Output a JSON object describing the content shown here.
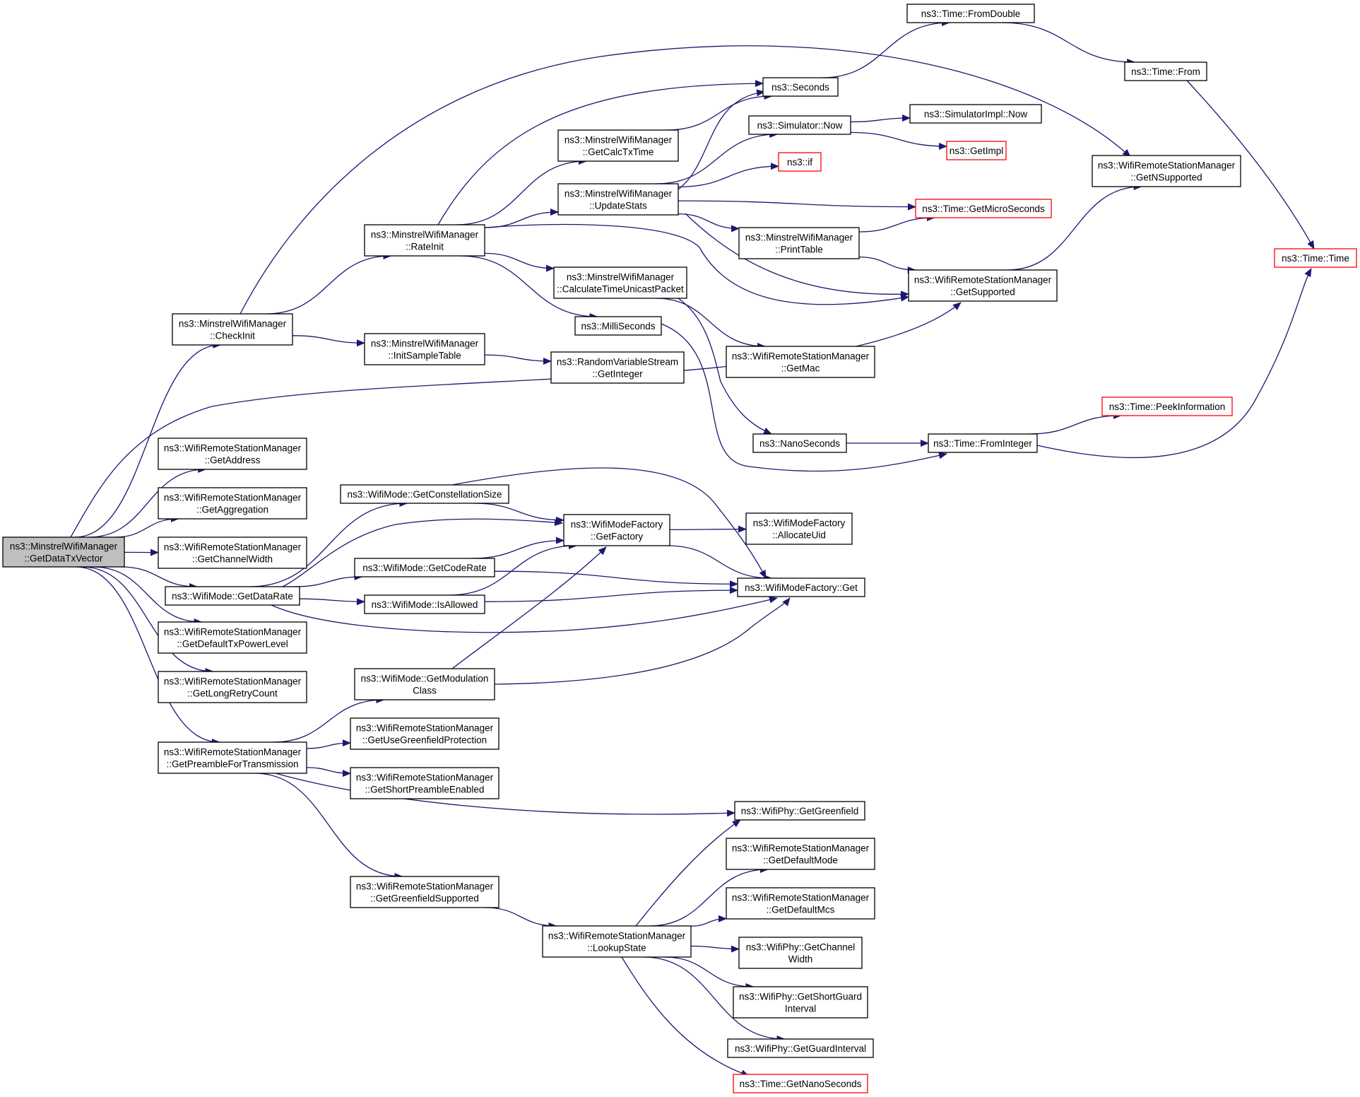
{
  "colors": {
    "edge": "#191970",
    "node_border": "#000000",
    "truncated_node_border": "#ff0000",
    "root_fill": "#bfbfbf",
    "node_fill": "#ffffff"
  },
  "nodes": [
    {
      "id": "root",
      "lines": [
        "ns3::MinstrelWifiManager",
        "::GetDataTxVector"
      ],
      "style": "root"
    },
    {
      "id": "checkInit",
      "lines": [
        "ns3::MinstrelWifiManager",
        "::CheckInit"
      ]
    },
    {
      "id": "getAddress",
      "lines": [
        "ns3::WifiRemoteStationManager",
        "::GetAddress"
      ]
    },
    {
      "id": "getAggregation",
      "lines": [
        "ns3::WifiRemoteStationManager",
        "::GetAggregation"
      ]
    },
    {
      "id": "getChannelWidth",
      "lines": [
        "ns3::WifiRemoteStationManager",
        "::GetChannelWidth"
      ]
    },
    {
      "id": "getDataRate",
      "lines": [
        "ns3::WifiMode::GetDataRate"
      ]
    },
    {
      "id": "getDefaultTxPowerLevel",
      "lines": [
        "ns3::WifiRemoteStationManager",
        "::GetDefaultTxPowerLevel"
      ]
    },
    {
      "id": "getLongRetryCount",
      "lines": [
        "ns3::WifiRemoteStationManager",
        "::GetLongRetryCount"
      ]
    },
    {
      "id": "getPreambleForTransmission",
      "lines": [
        "ns3::WifiRemoteStationManager",
        "::GetPreambleForTransmission"
      ]
    },
    {
      "id": "rateInit",
      "lines": [
        "ns3::MinstrelWifiManager",
        "::RateInit"
      ]
    },
    {
      "id": "initSampleTable",
      "lines": [
        "ns3::MinstrelWifiManager",
        "::InitSampleTable"
      ]
    },
    {
      "id": "getConstellationSize",
      "lines": [
        "ns3::WifiMode::GetConstellationSize"
      ]
    },
    {
      "id": "getCodeRate",
      "lines": [
        "ns3::WifiMode::GetCodeRate"
      ]
    },
    {
      "id": "isAllowed",
      "lines": [
        "ns3::WifiMode::IsAllowed"
      ]
    },
    {
      "id": "getModulationClass",
      "lines": [
        "ns3::WifiMode::GetModulation",
        "Class"
      ]
    },
    {
      "id": "getUseGreenfieldProtection",
      "lines": [
        "ns3::WifiRemoteStationManager",
        "::GetUseGreenfieldProtection"
      ]
    },
    {
      "id": "getShortPreambleEnabled",
      "lines": [
        "ns3::WifiRemoteStationManager",
        "::GetShortPreambleEnabled"
      ]
    },
    {
      "id": "getGreenfieldSupported",
      "lines": [
        "ns3::WifiRemoteStationManager",
        "::GetGreenfieldSupported"
      ]
    },
    {
      "id": "getCalcTxTime",
      "lines": [
        "ns3::MinstrelWifiManager",
        "::GetCalcTxTime"
      ]
    },
    {
      "id": "updateStats",
      "lines": [
        "ns3::MinstrelWifiManager",
        "::UpdateStats"
      ]
    },
    {
      "id": "calculateTimeUnicastPacket",
      "lines": [
        "ns3::MinstrelWifiManager",
        "::CalculateTimeUnicastPacket"
      ]
    },
    {
      "id": "milliSeconds",
      "lines": [
        "ns3::MilliSeconds"
      ]
    },
    {
      "id": "rvsGetInteger",
      "lines": [
        "ns3::RandomVariableStream",
        "::GetInteger"
      ]
    },
    {
      "id": "getFactory",
      "lines": [
        "ns3::WifiModeFactory",
        "::GetFactory"
      ]
    },
    {
      "id": "lookupState",
      "lines": [
        "ns3::WifiRemoteStationManager",
        "::LookupState"
      ]
    },
    {
      "id": "seconds",
      "lines": [
        "ns3::Seconds"
      ]
    },
    {
      "id": "simulatorNow",
      "lines": [
        "ns3::Simulator::Now"
      ]
    },
    {
      "id": "nsIf",
      "lines": [
        "ns3::if"
      ],
      "style": "red"
    },
    {
      "id": "printTable",
      "lines": [
        "ns3::MinstrelWifiManager",
        "::PrintTable"
      ]
    },
    {
      "id": "getMac",
      "lines": [
        "ns3::WifiRemoteStationManager",
        "::GetMac"
      ]
    },
    {
      "id": "nanoSeconds",
      "lines": [
        "ns3::NanoSeconds"
      ]
    },
    {
      "id": "allocateUid",
      "lines": [
        "ns3::WifiModeFactory",
        "::AllocateUid"
      ]
    },
    {
      "id": "wmfGet",
      "lines": [
        "ns3::WifiModeFactory::Get"
      ]
    },
    {
      "id": "getGreenfield",
      "lines": [
        "ns3::WifiPhy::GetGreenfield"
      ]
    },
    {
      "id": "getDefaultMode",
      "lines": [
        "ns3::WifiRemoteStationManager",
        "::GetDefaultMode"
      ]
    },
    {
      "id": "getDefaultMcs",
      "lines": [
        "ns3::WifiRemoteStationManager",
        "::GetDefaultMcs"
      ]
    },
    {
      "id": "phyGetChannelWidth",
      "lines": [
        "ns3::WifiPhy::GetChannel",
        "Width"
      ]
    },
    {
      "id": "getShortGuardInterval",
      "lines": [
        "ns3::WifiPhy::GetShortGuard",
        "Interval"
      ]
    },
    {
      "id": "getGuardInterval",
      "lines": [
        "ns3::WifiPhy::GetGuardInterval"
      ]
    },
    {
      "id": "getNanoSeconds",
      "lines": [
        "ns3::Time::GetNanoSeconds"
      ],
      "style": "red"
    },
    {
      "id": "fromDouble",
      "lines": [
        "ns3::Time::FromDouble"
      ]
    },
    {
      "id": "simImplNow",
      "lines": [
        "ns3::SimulatorImpl::Now"
      ]
    },
    {
      "id": "getImpl",
      "lines": [
        "ns3::GetImpl"
      ],
      "style": "red"
    },
    {
      "id": "getMicroSeconds",
      "lines": [
        "ns3::Time::GetMicroSeconds"
      ],
      "style": "red"
    },
    {
      "id": "getSupported",
      "lines": [
        "ns3::WifiRemoteStationManager",
        "::GetSupported"
      ]
    },
    {
      "id": "fromInteger",
      "lines": [
        "ns3::Time::FromInteger"
      ]
    },
    {
      "id": "timeFrom",
      "lines": [
        "ns3::Time::From"
      ]
    },
    {
      "id": "getNSupported",
      "lines": [
        "ns3::WifiRemoteStationManager",
        "::GetNSupported"
      ]
    },
    {
      "id": "peekInformation",
      "lines": [
        "ns3::Time::PeekInformation"
      ],
      "style": "red"
    },
    {
      "id": "timeTime",
      "lines": [
        "ns3::Time::Time"
      ],
      "style": "red"
    }
  ],
  "edges": [
    [
      "root",
      "checkInit"
    ],
    [
      "root",
      "getAddress"
    ],
    [
      "root",
      "getAggregation"
    ],
    [
      "root",
      "getChannelWidth"
    ],
    [
      "root",
      "getDataRate"
    ],
    [
      "root",
      "getDefaultTxPowerLevel"
    ],
    [
      "root",
      "getLongRetryCount"
    ],
    [
      "root",
      "getPreambleForTransmission"
    ],
    [
      "root",
      "getSupported"
    ],
    [
      "checkInit",
      "rateInit"
    ],
    [
      "checkInit",
      "initSampleTable"
    ],
    [
      "checkInit",
      "getNSupported"
    ],
    [
      "rateInit",
      "seconds"
    ],
    [
      "rateInit",
      "getCalcTxTime"
    ],
    [
      "rateInit",
      "updateStats"
    ],
    [
      "rateInit",
      "calculateTimeUnicastPacket"
    ],
    [
      "rateInit",
      "milliSeconds"
    ],
    [
      "rateInit",
      "getSupported"
    ],
    [
      "initSampleTable",
      "rvsGetInteger"
    ],
    [
      "getCalcTxTime",
      "seconds"
    ],
    [
      "updateStats",
      "seconds"
    ],
    [
      "updateStats",
      "simulatorNow"
    ],
    [
      "updateStats",
      "nsIf"
    ],
    [
      "updateStats",
      "getMicroSeconds"
    ],
    [
      "updateStats",
      "printTable"
    ],
    [
      "updateStats",
      "getSupported"
    ],
    [
      "printTable",
      "getMicroSeconds"
    ],
    [
      "printTable",
      "getSupported"
    ],
    [
      "calculateTimeUnicastPacket",
      "getMac"
    ],
    [
      "calculateTimeUnicastPacket",
      "nanoSeconds"
    ],
    [
      "milliSeconds",
      "fromInteger"
    ],
    [
      "nanoSeconds",
      "fromInteger"
    ],
    [
      "seconds",
      "fromDouble"
    ],
    [
      "fromDouble",
      "timeFrom"
    ],
    [
      "timeFrom",
      "timeTime"
    ],
    [
      "simulatorNow",
      "simImplNow"
    ],
    [
      "simulatorNow",
      "getImpl"
    ],
    [
      "getSupported",
      "getNSupported"
    ],
    [
      "fromInteger",
      "peekInformation"
    ],
    [
      "fromInteger",
      "timeTime"
    ],
    [
      "getDataRate",
      "getConstellationSize"
    ],
    [
      "getDataRate",
      "getFactory"
    ],
    [
      "getDataRate",
      "getCodeRate"
    ],
    [
      "getDataRate",
      "isAllowed"
    ],
    [
      "getDataRate",
      "wmfGet"
    ],
    [
      "getConstellationSize",
      "getFactory"
    ],
    [
      "getConstellationSize",
      "wmfGet"
    ],
    [
      "getCodeRate",
      "getFactory"
    ],
    [
      "getCodeRate",
      "wmfGet"
    ],
    [
      "isAllowed",
      "getFactory"
    ],
    [
      "isAllowed",
      "wmfGet"
    ],
    [
      "getFactory",
      "allocateUid"
    ],
    [
      "getFactory",
      "wmfGet"
    ],
    [
      "getModulationClass",
      "getFactory"
    ],
    [
      "getModulationClass",
      "wmfGet"
    ],
    [
      "getPreambleForTransmission",
      "getModulationClass"
    ],
    [
      "getPreambleForTransmission",
      "getUseGreenfieldProtection"
    ],
    [
      "getPreambleForTransmission",
      "getShortPreambleEnabled"
    ],
    [
      "getPreambleForTransmission",
      "getGreenfield"
    ],
    [
      "getPreambleForTransmission",
      "getGreenfieldSupported"
    ],
    [
      "getGreenfieldSupported",
      "lookupState"
    ],
    [
      "lookupState",
      "getGreenfield"
    ],
    [
      "lookupState",
      "getDefaultMode"
    ],
    [
      "lookupState",
      "getDefaultMcs"
    ],
    [
      "lookupState",
      "phyGetChannelWidth"
    ],
    [
      "lookupState",
      "getShortGuardInterval"
    ],
    [
      "lookupState",
      "getGuardInterval"
    ],
    [
      "lookupState",
      "getNanoSeconds"
    ]
  ]
}
